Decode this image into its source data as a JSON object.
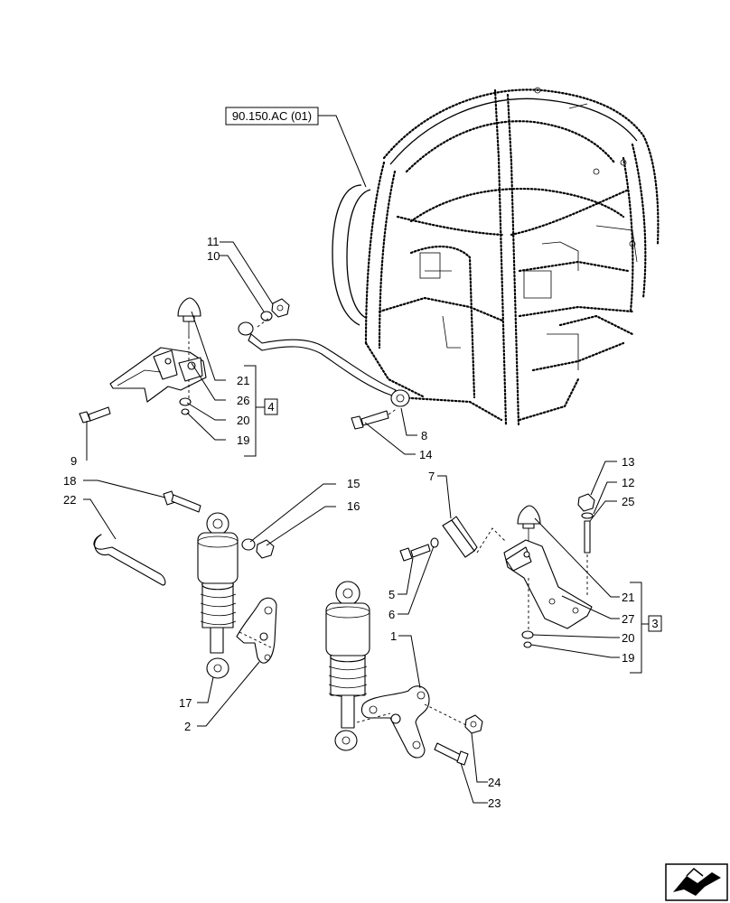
{
  "reference_box": "90.150.AC (01)",
  "group_boxes": {
    "left": "4",
    "right": "3"
  },
  "callouts": {
    "c11": "11",
    "c10": "10",
    "c21a": "21",
    "c26": "26",
    "c20a": "20",
    "c19a": "19",
    "c9": "9",
    "c8": "8",
    "c14": "14",
    "c18": "18",
    "c22": "22",
    "c15": "15",
    "c16": "16",
    "c17": "17",
    "c2": "2",
    "c7": "7",
    "c5": "5",
    "c6": "6",
    "c1": "1",
    "c24": "24",
    "c23": "23",
    "c13": "13",
    "c12": "12",
    "c25": "25",
    "c21b": "21",
    "c27": "27",
    "c20b": "20",
    "c19b": "19"
  },
  "icons": {
    "corner": "next-page-arrow-icon"
  }
}
